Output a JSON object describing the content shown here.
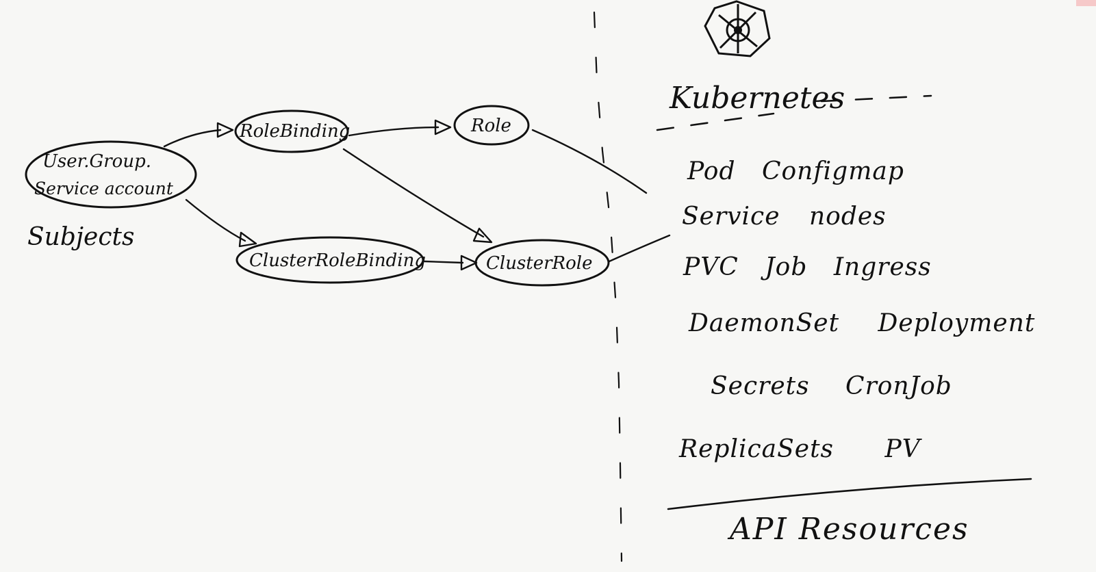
{
  "subjects": {
    "node_line1": "User.Group.",
    "node_line2": "Service account",
    "caption": "Subjects"
  },
  "bindings": {
    "role_binding": "RoleBinding",
    "cluster_role_binding": "ClusterRoleBinding"
  },
  "roles": {
    "role": "Role",
    "cluster_role": "ClusterRole"
  },
  "panel": {
    "logo_icon": "kubernetes-helm-logo-icon",
    "title": "Kubernetes",
    "resources": [
      [
        "Pod",
        "Configmap"
      ],
      [
        "Service",
        "nodes"
      ],
      [
        "PVC",
        "Job",
        "Ingress"
      ],
      [
        "DaemonSet",
        "Deployment"
      ],
      [
        "Secrets",
        "CronJob"
      ],
      [
        "ReplicaSets",
        "PV"
      ]
    ],
    "footer": "API Resources"
  },
  "colors": {
    "ink": "#111111",
    "paper": "#f7f7f5",
    "corner_mark": "#f6c9c9"
  }
}
